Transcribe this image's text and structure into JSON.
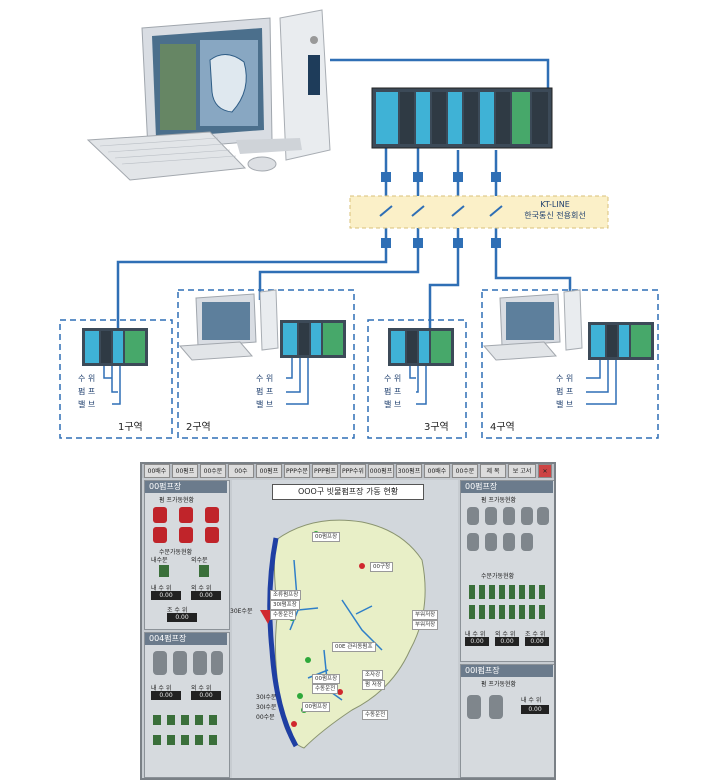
{
  "network": {
    "kt_line_en": "KT-LINE",
    "kt_line_ko": "한국통신 전용회선"
  },
  "zones": [
    {
      "label": "1구역",
      "items": [
        "수 위",
        "펌 프",
        "밸 브"
      ]
    },
    {
      "label": "2구역",
      "items": [
        "수 위",
        "펌 프",
        "밸 브"
      ]
    },
    {
      "label": "3구역",
      "items": [
        "수 위",
        "펌 프",
        "밸 브"
      ]
    },
    {
      "label": "4구역",
      "items": [
        "수 위",
        "펌 프",
        "밸 브"
      ]
    }
  ],
  "scada": {
    "title": "OOO구 빗물펌프장 가동 현황",
    "toolbar": [
      "00배수",
      "00펌프",
      "00수문",
      "00수",
      "00펌프",
      "PPP수문",
      "PPP펌프",
      "PPP수위",
      "000펌프",
      "300펌프",
      "00배수",
      "00수문",
      "제 목",
      "보 고서"
    ],
    "left_panel": {
      "title": "00펌프장",
      "sub": "펌 프가동현황",
      "gate_label": "수문가동현황",
      "in_gate": "내수문",
      "out_gate": "외수문",
      "level1_label": "내 수 위",
      "level2_label": "외 수 위",
      "level3_label": "조 수 위",
      "val1": "0.00",
      "val2": "0.00",
      "val3": "0.00"
    },
    "left_panel2": {
      "title": "004펌프장",
      "l1": "내 수 위",
      "l2": "외 수 위",
      "v1": "0.00",
      "v2": "0.00"
    },
    "right_panel": {
      "title": "00펌프장",
      "sub": "펌 프가동현황",
      "gate_label": "수문가동현황",
      "l1": "내 수 위",
      "l2": "외 수 위",
      "l3": "조 수 위",
      "v1": "0.00",
      "v2": "0.00",
      "v3": "0.00"
    },
    "right_panel2": {
      "title": "00I펌프장",
      "sub": "펌 프가동현황",
      "l1": "내 수 위",
      "v1": "0.00"
    },
    "map_labels": {
      "station_top": "00펌프장",
      "station_right": "00구청",
      "pump1": "조류펌프장",
      "pump2": "30I펌프장",
      "gate1": "수동운전",
      "side1": "30E수문",
      "mid": "00E 관리동펌프",
      "pump3": "00펌프장",
      "pump4": "수동운전",
      "lower1": "30I수문",
      "lower2": "30I수문",
      "lower3": "00수문",
      "right1": "부워저장",
      "right2": "부워저장",
      "btm1": "조자강",
      "btm2": "펌 저장",
      "btm3": "수동운전",
      "ptag": "00펌프장"
    }
  }
}
